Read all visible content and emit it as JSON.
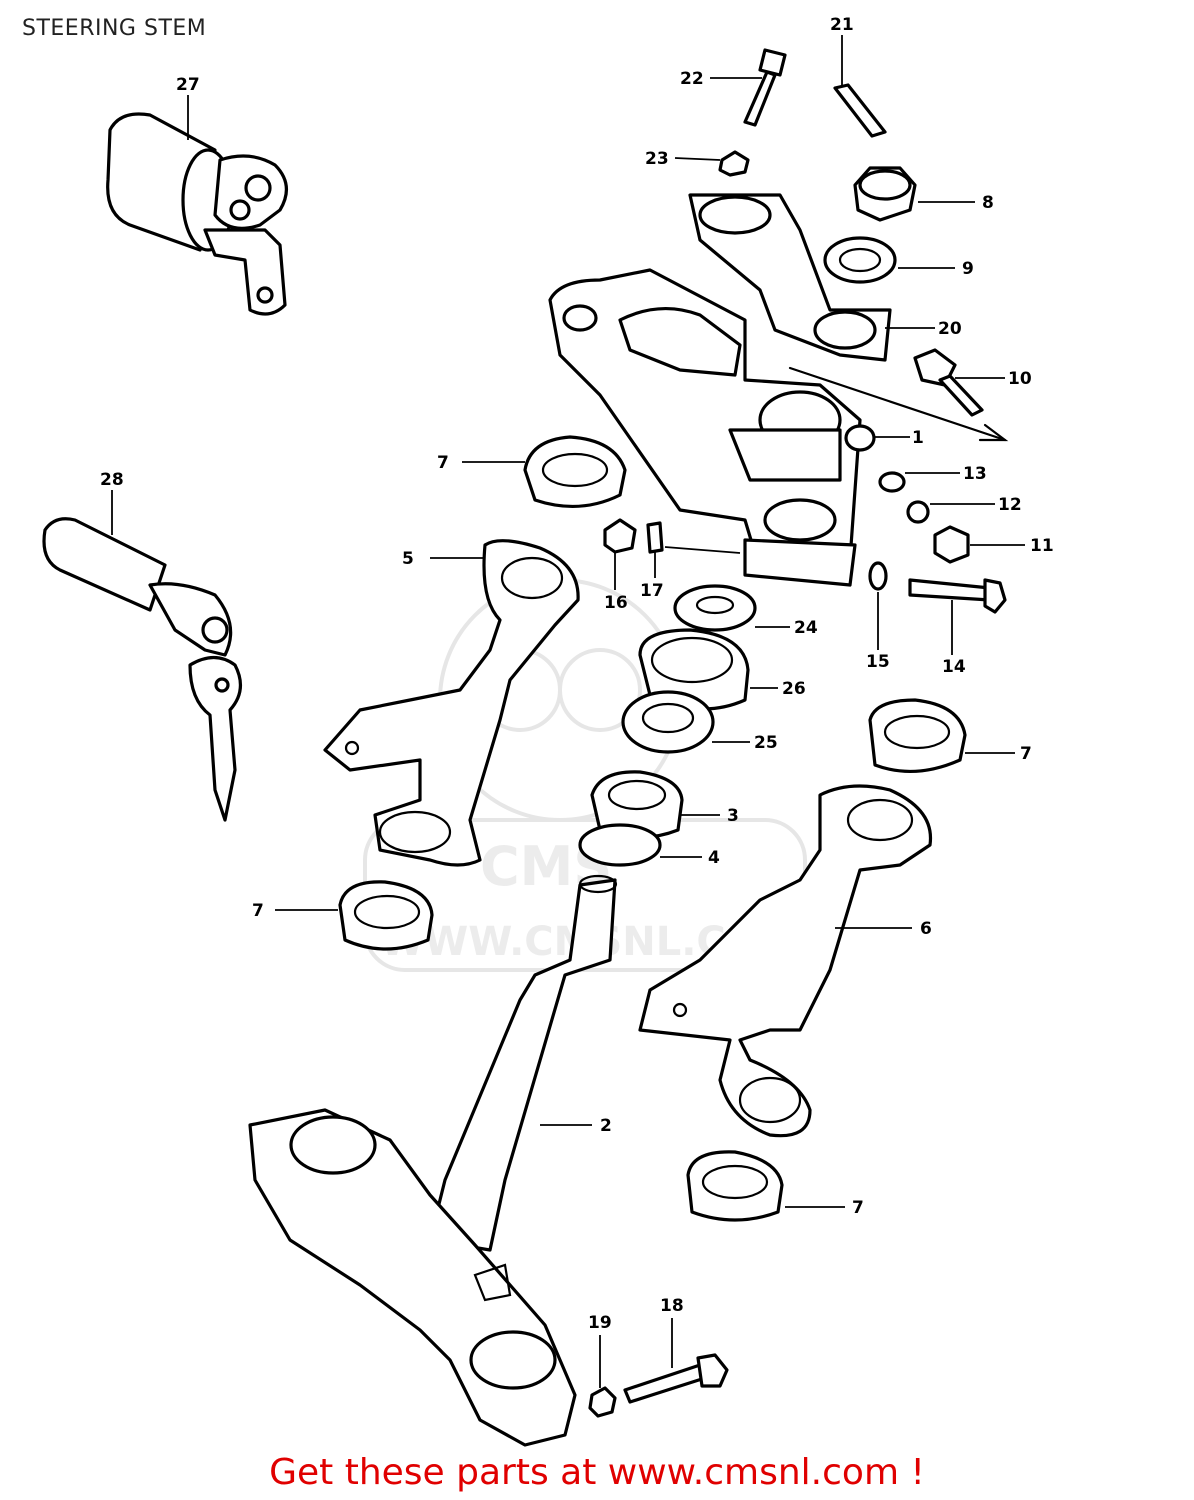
{
  "title": "STEERING STEM",
  "footer": "Get these parts at www.cmsnl.com !",
  "watermark": {
    "text_top": "CMS",
    "text_bottom": "WWW.CMSNL.COM"
  },
  "callouts": [
    {
      "id": "c1",
      "label": "1"
    },
    {
      "id": "c2",
      "label": "2"
    },
    {
      "id": "c3",
      "label": "3"
    },
    {
      "id": "c4",
      "label": "4"
    },
    {
      "id": "c5",
      "label": "5"
    },
    {
      "id": "c6",
      "label": "6"
    },
    {
      "id": "c7a",
      "label": "7"
    },
    {
      "id": "c7b",
      "label": "7"
    },
    {
      "id": "c7c",
      "label": "7"
    },
    {
      "id": "c7d",
      "label": "7"
    },
    {
      "id": "c8",
      "label": "8"
    },
    {
      "id": "c9",
      "label": "9"
    },
    {
      "id": "c10",
      "label": "10"
    },
    {
      "id": "c11",
      "label": "11"
    },
    {
      "id": "c12",
      "label": "12"
    },
    {
      "id": "c13",
      "label": "13"
    },
    {
      "id": "c14",
      "label": "14"
    },
    {
      "id": "c15",
      "label": "15"
    },
    {
      "id": "c16",
      "label": "16"
    },
    {
      "id": "c17",
      "label": "17"
    },
    {
      "id": "c18",
      "label": "18"
    },
    {
      "id": "c19",
      "label": "19"
    },
    {
      "id": "c20",
      "label": "20"
    },
    {
      "id": "c21",
      "label": "21"
    },
    {
      "id": "c22",
      "label": "22"
    },
    {
      "id": "c23",
      "label": "23"
    },
    {
      "id": "c24",
      "label": "24"
    },
    {
      "id": "c25",
      "label": "25"
    },
    {
      "id": "c26",
      "label": "26"
    },
    {
      "id": "c27",
      "label": "27"
    },
    {
      "id": "c28",
      "label": "28"
    }
  ]
}
